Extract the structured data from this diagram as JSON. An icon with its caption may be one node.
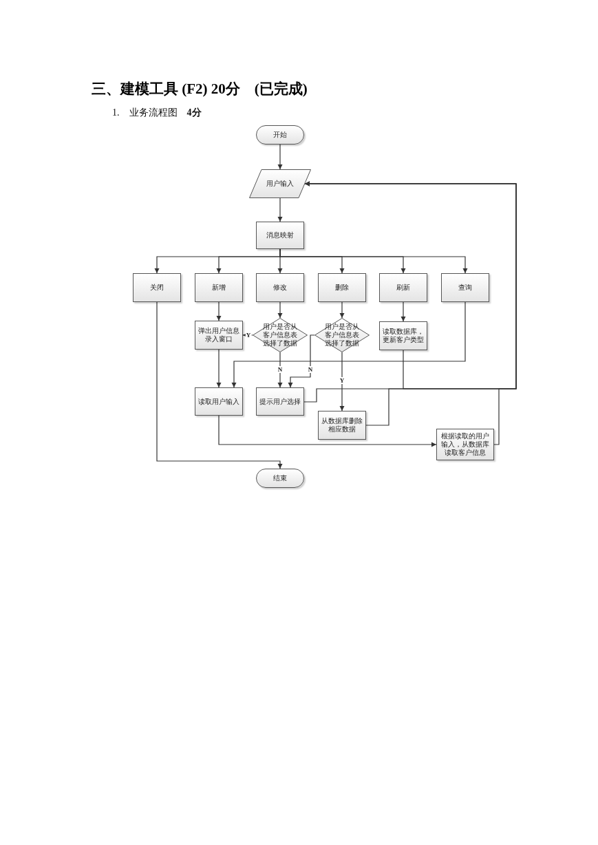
{
  "diagram": {
    "title": "三、建模工具 (F2) 20分　(已完成)",
    "nodes": [
      {
        "text": [
          "开始"
        ]
      },
      {
        "text": [
          "用户输入"
        ]
      },
      {
        "text": [
          "消息映射"
        ]
      },
      {
        "text": [
          "关闭"
        ]
      },
      {
        "text": [
          "新增"
        ]
      },
      {
        "text": [
          "修改"
        ]
      },
      {
        "text": [
          "删除"
        ]
      },
      {
        "text": [
          "刷新"
        ]
      },
      {
        "text": [
          "查询"
        ]
      },
      {
        "text": [
          "弹出用户信息录入窗口"
        ]
      },
      {
        "text": [
          "用户是否从客户信息表选择了数据"
        ]
      },
      {
        "text": [
          "用户是否从客户信息表选择了数据"
        ]
      },
      {
        "text": [
          "读取数据库，更新客户类型"
        ]
      },
      {
        "text": [
          "读取用户输入"
        ]
      },
      {
        "text": [
          "提示用户选择"
        ]
      },
      {
        "text": [
          "从数据库删除相应数据"
        ]
      },
      {
        "text": [
          "根据读取的用户输入，从数据库读取客户信息"
        ]
      },
      {
        "text": [
          "结束"
        ]
      }
    ],
    "edges": [
      {
        "from": 0,
        "to": 1,
        "arrow": "to"
      },
      {
        "from": 1,
        "to": 2,
        "arrow": "to"
      },
      {
        "from": 2,
        "to": 3,
        "arrow": "to"
      },
      {
        "from": 2,
        "to": 4,
        "arrow": "to"
      },
      {
        "from": 2,
        "to": 5,
        "arrow": "to"
      },
      {
        "from": 2,
        "to": 6,
        "arrow": "to"
      },
      {
        "from": 2,
        "to": 7,
        "arrow": "to"
      },
      {
        "from": 2,
        "to": 8,
        "arrow": "to"
      },
      {
        "from": 4,
        "to": 9,
        "arrow": "to"
      },
      {
        "from": 5,
        "to": 10,
        "arrow": "to"
      },
      {
        "from": 6,
        "to": 11,
        "arrow": "to"
      },
      {
        "from": 7,
        "to": 12,
        "arrow": "to"
      },
      {
        "from": 10,
        "to": 9,
        "arrow": "to",
        "label": "Y"
      },
      {
        "from": 10,
        "to": 14,
        "arrow": "to",
        "label": "N"
      },
      {
        "from": 11,
        "to": 14,
        "arrow": "to",
        "label": "N"
      },
      {
        "from": 11,
        "to": 15,
        "arrow": "to",
        "label": "Y"
      },
      {
        "from": 9,
        "to": 13,
        "arrow": "to"
      },
      {
        "from": 8,
        "to": 13,
        "arrow": "to"
      },
      {
        "from": 12,
        "to": 1,
        "arrow": "to"
      },
      {
        "from": 14,
        "to": 1,
        "arrow": "to"
      },
      {
        "from": 15,
        "to": 1,
        "arrow": "to"
      },
      {
        "from": 16,
        "to": 1,
        "arrow": "to"
      },
      {
        "from": 13,
        "to": 16,
        "arrow": "to"
      },
      {
        "from": 3,
        "to": 17,
        "arrow": "to"
      }
    ],
    "labels": [
      "1.　业务流程图　**4分**"
    ]
  }
}
